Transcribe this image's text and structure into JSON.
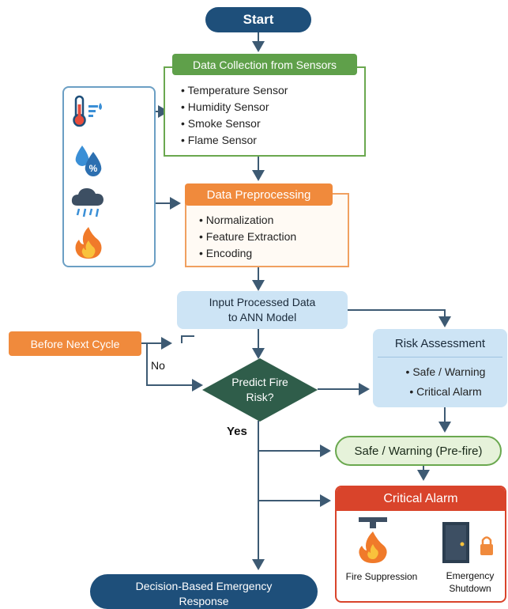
{
  "start": "Start",
  "data_collection": {
    "title": "Data Collection from Sensors",
    "items": [
      "Temperature Sensor",
      "Humidity Sensor",
      "Smoke Sensor",
      "Flame Sensor"
    ]
  },
  "sensor_icons": [
    "thermometer-icon",
    "humidity-drop-icon",
    "smoke-cloud-icon",
    "flame-icon"
  ],
  "humidity_symbol": "%",
  "preprocessing": {
    "title": "Data Preprocessing",
    "items": [
      "Normalization",
      "Feature Extraction",
      "Encoding"
    ]
  },
  "input": {
    "line1": "Input Processed Data",
    "line2": "to ANN Model"
  },
  "before_next_cycle": "Before Next Cycle",
  "no_label": "No",
  "predict": {
    "line1": "Predict Fire",
    "line2": "Risk?"
  },
  "yes_label": "Yes",
  "risk_assessment": {
    "title": "Risk Assessment",
    "items": [
      "Safe / Warning",
      "Critical Alarm"
    ]
  },
  "safe_warning": "Safe / Warning (Pre-fire)",
  "critical_alarm": {
    "title": "Critical Alarm",
    "fire_suppression": "Fire Suppression",
    "emergency_shutdown": {
      "line1": "Emergency",
      "line2": "Shutdown"
    }
  },
  "final": {
    "line1": "Decision-Based Emergency",
    "line2": "Response"
  },
  "colors": {
    "navy": "#1e4f7a",
    "green_border": "#6aa84f",
    "green_head": "#5fa04a",
    "orange": "#f08a3c",
    "blue_box": "#cde4f5",
    "diamond": "#2f5d4a",
    "red_head": "#d9442b",
    "connector": "#3d5a73"
  }
}
